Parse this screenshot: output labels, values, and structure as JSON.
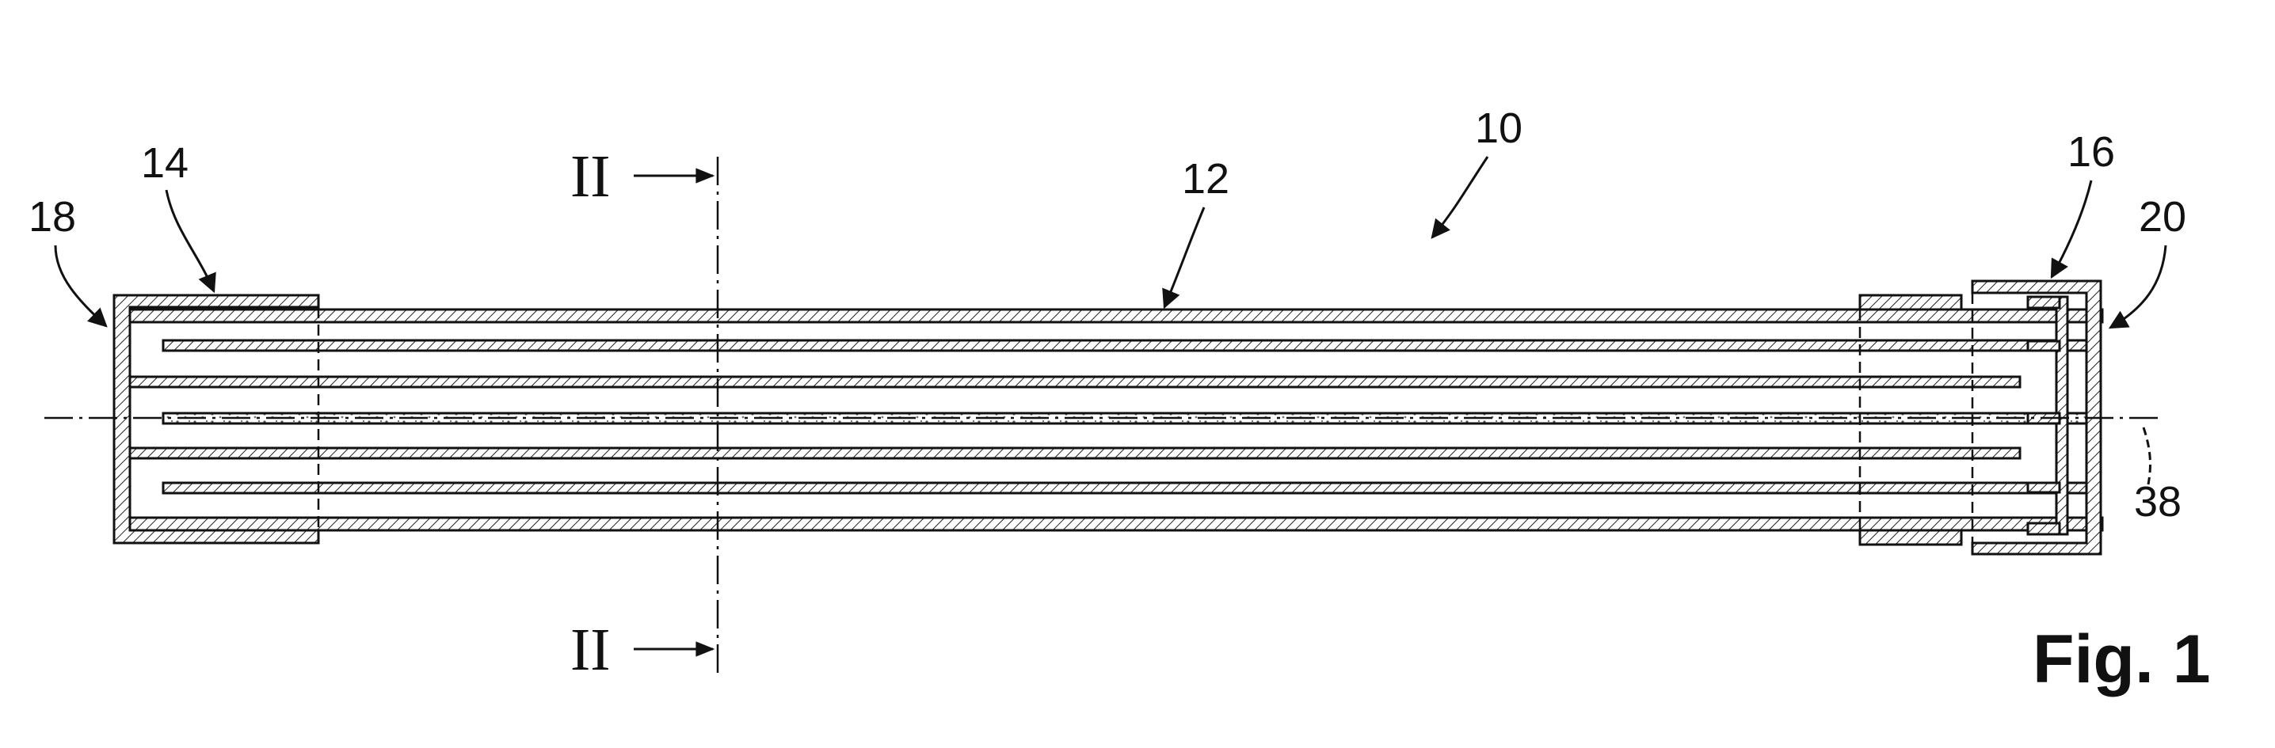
{
  "figure": {
    "caption": "Fig. 1",
    "section_label_top": "II",
    "section_label_bottom": "II",
    "reference_numerals": {
      "assembly": "10",
      "tube": "12",
      "left_end": "14",
      "right_end": "16",
      "left_outer": "18",
      "right_outer": "20",
      "axis": "38"
    }
  }
}
